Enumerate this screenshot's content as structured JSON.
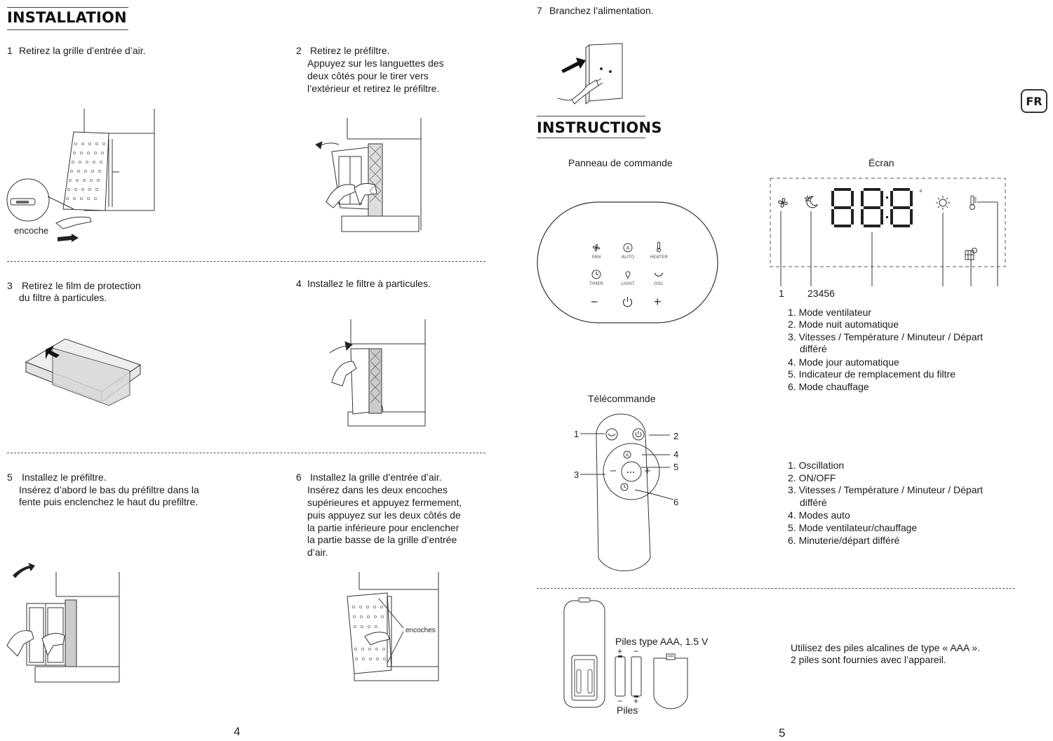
{
  "installation": {
    "title": "INSTALLATION",
    "steps": [
      {
        "number": "1",
        "lines": [
          "Retirez la grille d’entrée d’air."
        ]
      },
      {
        "number": "2",
        "lines": [
          "Retirez le préfiltre.",
          "Appuyez sur les languettes des",
          "deux côtés pour le tirer vers",
          "l’extérieur et retirez le préfiltre."
        ]
      },
      {
        "number": "3",
        "lines": [
          "Retirez le film de protection",
          "du filtre à particules."
        ]
      },
      {
        "number": "4",
        "lines": [
          "Installez le filtre à particules."
        ]
      },
      {
        "number": "5",
        "lines": [
          "Installez le préfiltre.",
          "Insérez d’abord le bas du préfiltre dans la",
          "fente puis enclenchez le haut du prefiltre."
        ]
      },
      {
        "number": "6",
        "lines": [
          "Installez la grille d’entrée d’air.",
          "Insérez dans les deux encoches",
          "supérieures et appuyez fermement,",
          "puis appuyez sur les deux côtés de",
          "la partie inférieure pour enclencher",
          "la partie basse de la grille d’entrée",
          "d’air."
        ]
      }
    ],
    "notch_label": "encoche",
    "notches_label": "encoches",
    "page_number": "4"
  },
  "right_page": {
    "step7": {
      "number": "7",
      "text": "Branchez l’alimentation."
    },
    "lang_badge": "FR",
    "instructions_title": "INSTRUCTIONS",
    "control_panel": {
      "title": "Panneau de commande",
      "buttons": [
        "FAN",
        "AUTO",
        "HEATER",
        "TIMER",
        "LIGHT",
        "OSC"
      ],
      "minus": "−",
      "plus": "+"
    },
    "screen": {
      "title": "Écran",
      "digits": "888",
      "degree": "°",
      "callout_1": "1",
      "callout_2": "23456",
      "legend": [
        "1. Mode ventilateur",
        "2. Mode nuit automatique",
        "3. Vitesses / Température / Minuteur / Départ",
        "différé",
        "4. Mode jour automatique",
        "5. Indicateur de remplacement du filtre",
        "6. Mode chauffage"
      ]
    },
    "remote": {
      "title": "Télécommande",
      "callouts": [
        "1",
        "2",
        "3",
        "4",
        "5",
        "6"
      ],
      "legend": [
        "1. Oscillation",
        "2. ON/OFF",
        "3. Vitesses / Température / Minuteur / Départ",
        "différé",
        "4. Modes auto",
        "5. Mode ventilateur/chauffage",
        "6. Minuterie/départ différé"
      ]
    },
    "batteries": {
      "type_label": "Piles type AAA, 1.5 V",
      "piles_label": "Piles",
      "plus": "+",
      "minus": "−",
      "note_lines": [
        "Utilisez des piles alcalines de type « AAA ».",
        "2 piles sont fournies avec l’appareil."
      ]
    },
    "page_number": "5"
  }
}
